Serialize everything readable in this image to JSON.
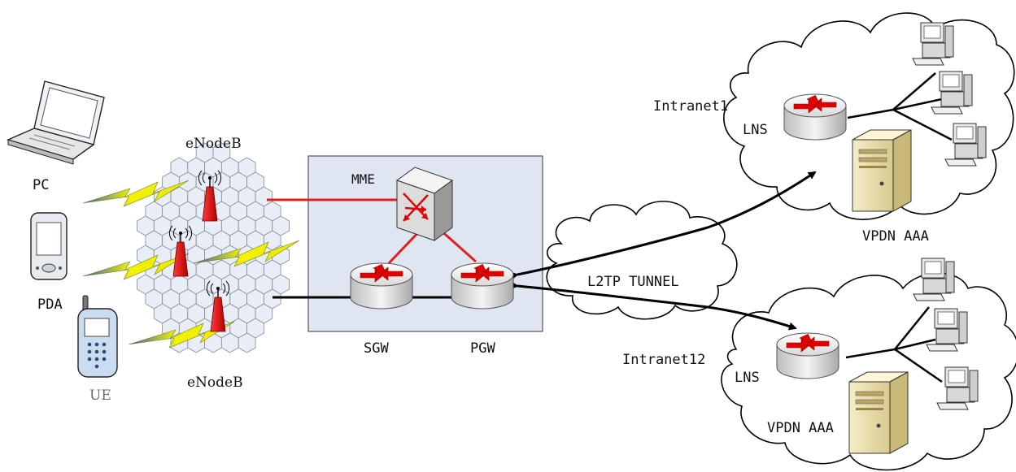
{
  "devices": {
    "pc": "PC",
    "pda": "PDA",
    "ue": "UE"
  },
  "radio": {
    "enodeb_top": "eNodeB",
    "enodeb_bottom": "eNodeB"
  },
  "core": {
    "mme": "MME",
    "sgw": "SGW",
    "pgw": "PGW"
  },
  "tunnel": {
    "label": "L2TP TUNNEL"
  },
  "intranet1": {
    "name": "Intranet1",
    "lns": "LNS",
    "aaa": "VPDN AAA"
  },
  "intranet2": {
    "name": "Intranet12",
    "lns": "LNS",
    "aaa": "VPDN AAA"
  },
  "colors": {
    "signaling_link": "#e02020",
    "data_link": "#000000",
    "core_box": "#dfe6f1",
    "lightning": "#f2f200"
  }
}
